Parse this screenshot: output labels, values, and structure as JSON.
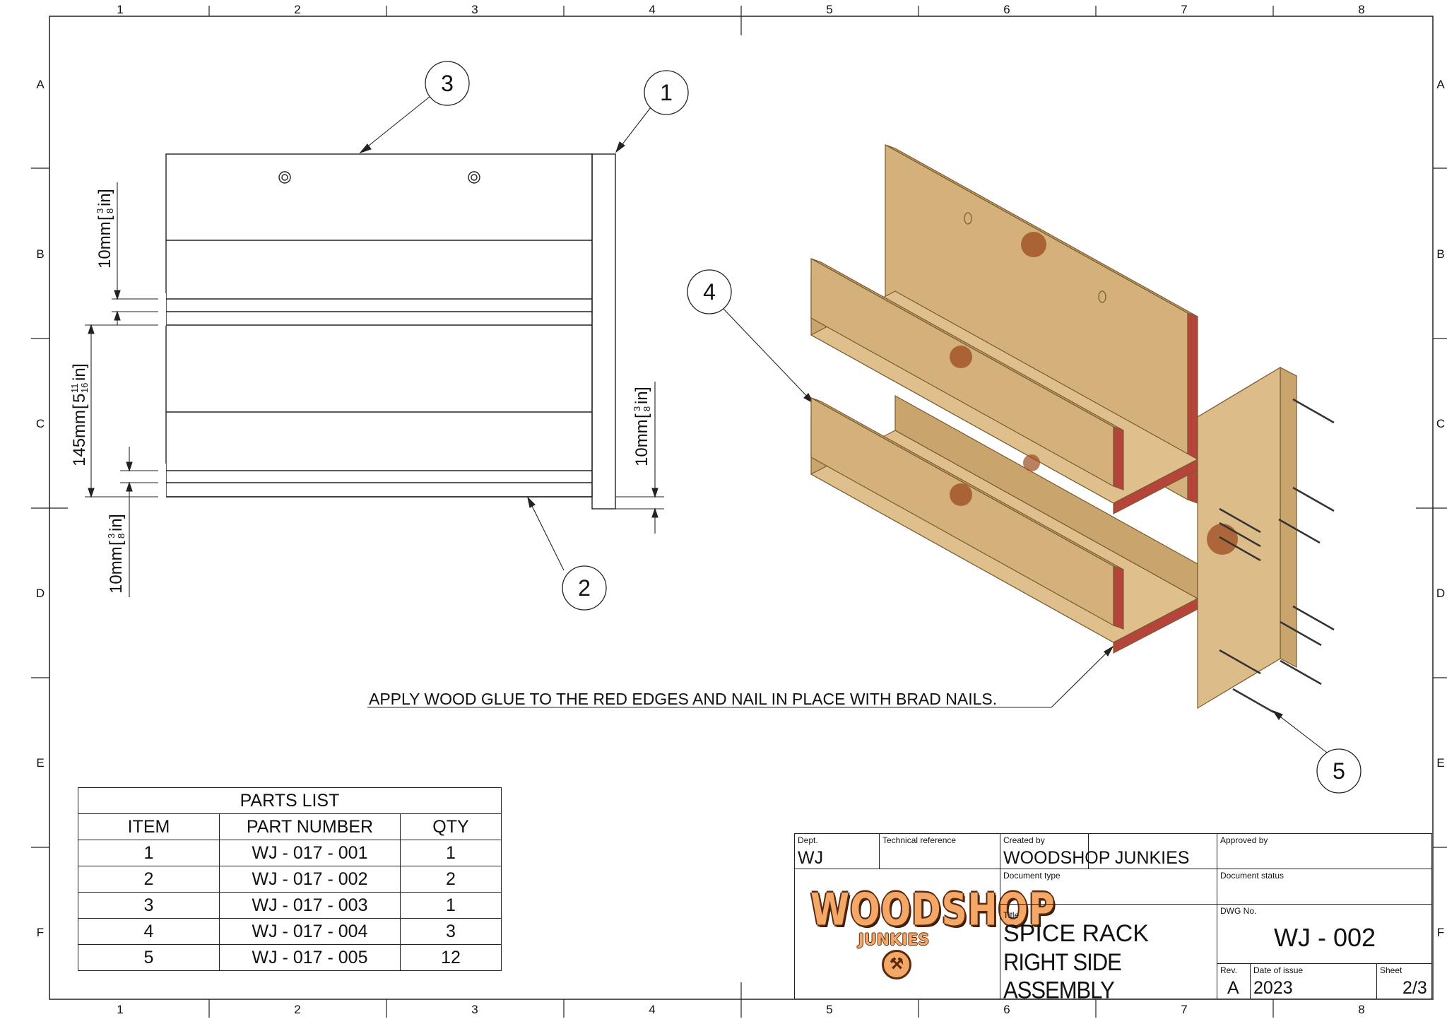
{
  "zone_columns": [
    "1",
    "2",
    "3",
    "4",
    "5",
    "6",
    "7",
    "8"
  ],
  "zone_rows": [
    "A",
    "B",
    "C",
    "D",
    "E",
    "F"
  ],
  "balloons": [
    "3",
    "1",
    "4",
    "2",
    "5"
  ],
  "dimensions": {
    "top_gap": {
      "value": "10mm",
      "num": "3",
      "den": "8",
      "unit": "in"
    },
    "shelf_spacing": {
      "value": "145mm",
      "whole": "5",
      "num": "11",
      "den": "16",
      "unit": "in"
    },
    "bottom_gap": {
      "value": "10mm",
      "num": "3",
      "den": "8",
      "unit": "in"
    },
    "side_offset": {
      "value": "10mm",
      "num": "3",
      "den": "8",
      "unit": "in"
    }
  },
  "note": "APPLY WOOD GLUE TO THE RED EDGES AND NAIL IN PLACE WITH BRAD NAILS.",
  "parts_list": {
    "title": "PARTS LIST",
    "headers": [
      "ITEM",
      "PART NUMBER",
      "QTY"
    ],
    "rows": [
      [
        "1",
        "WJ - 017 - 001",
        "1"
      ],
      [
        "2",
        "WJ - 017 - 002",
        "2"
      ],
      [
        "3",
        "WJ - 017 - 003",
        "1"
      ],
      [
        "4",
        "WJ - 017 - 004",
        "3"
      ],
      [
        "5",
        "WJ - 017 - 005",
        "12"
      ]
    ]
  },
  "title_block": {
    "dept_label": "Dept.",
    "dept": "WJ",
    "tech_ref_label": "Technical reference",
    "created_by_label": "Created by",
    "created_by": "WOODSHOP JUNKIES",
    "approved_by_label": "Approved by",
    "doc_type_label": "Document type",
    "doc_status_label": "Document status",
    "title_label": "Title",
    "title": "SPICE RACK",
    "subtitle": "RIGHT SIDE ASSEMBLY",
    "dwg_no_label": "DWG No.",
    "dwg_no": "WJ - 002",
    "rev_label": "Rev.",
    "rev": "A",
    "date_label": "Date of issue",
    "date": "2023",
    "sheet_label": "Sheet",
    "sheet": "2/3",
    "logo_word": "WOODSHOP",
    "logo_sub": "JUNKIES",
    "logo_badge_icon": "hammer-icon"
  },
  "colors": {
    "wood": "#d9b57f",
    "wood_dark": "#b8935c",
    "glue_edge": "#b5443a",
    "line": "#222222"
  }
}
